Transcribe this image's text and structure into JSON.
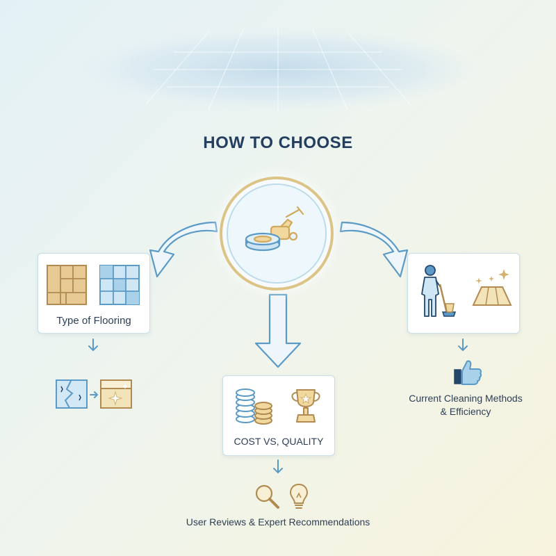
{
  "title": "HOW TO CHOOSE",
  "nodes": {
    "flooring": {
      "label": "Type of Flooring"
    },
    "cost": {
      "label": "COST VS, QUALITY"
    },
    "cleaning": {
      "label": "Current Cleaning Methods\n& Efficiency"
    },
    "reviews": {
      "label": "User Reviews & Expert Recommendations"
    }
  },
  "colors": {
    "navy": "#233e5e",
    "arrow": "#5b9ac6",
    "gold": "#d3b26f",
    "tile_blue": "#a9d2ea"
  },
  "icons": {
    "hub": "floor-polisher-icon",
    "flooring": [
      "wood-parquet-icon",
      "blue-tile-icon"
    ],
    "flooring_result": [
      "damaged-floor-icon",
      "shiny-floor-icon"
    ],
    "cost": [
      "coin-stacks-icon",
      "trophy-icon"
    ],
    "cleaning": [
      "janitor-mopping-icon",
      "clean-floor-icon"
    ],
    "cleaning_result": "thumbs-up-icon",
    "reviews": [
      "magnifier-icon",
      "lightbulb-icon"
    ]
  }
}
